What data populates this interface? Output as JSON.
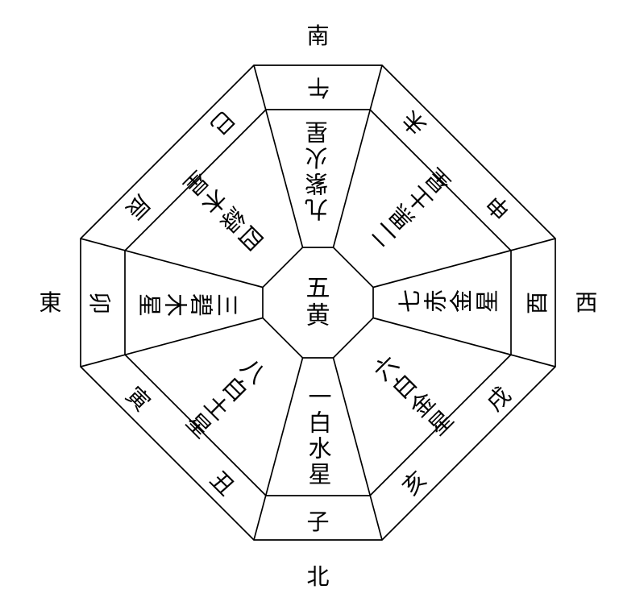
{
  "directions": {
    "south": "南",
    "north": "北",
    "east": "東",
    "west": "西"
  },
  "center_star": {
    "line1": "五",
    "line2": "黄"
  },
  "stars": {
    "north": "一白水星",
    "northeast": "八白土星",
    "east": "三碧木星",
    "southeast": "四緑木星",
    "south": "九紫火星",
    "southwest": "二黒土星",
    "west": "七赤金星",
    "northwest": "六白金星"
  },
  "branches": {
    "zi": "子",
    "chou": "丑",
    "yin": "寅",
    "mao": "卯",
    "chen": "辰",
    "si": "巳",
    "wu": "午",
    "wei": "未",
    "shen": "申",
    "you": "酉",
    "xu": "戌",
    "hai": "亥"
  },
  "colors": {
    "line": "#000000",
    "background": "#ffffff"
  }
}
